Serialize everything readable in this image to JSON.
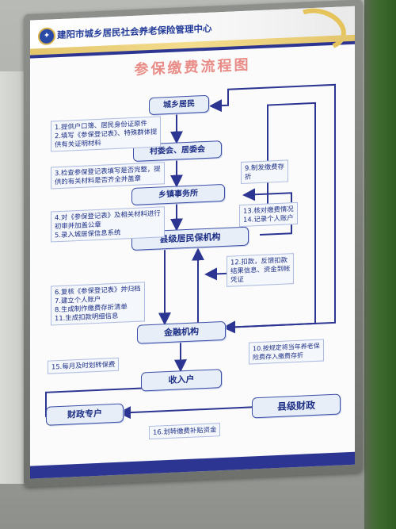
{
  "header": {
    "org_name": "建阳市城乡居民社会养老保险管理中心",
    "logo_icon": "pension-logo-icon"
  },
  "title": "参保缴费流程图",
  "nodes": {
    "residents": "城乡居民",
    "village": "村委会、居委会",
    "township": "乡镇事务所",
    "county_office": "县级居民保机构",
    "bank": "金融机构",
    "income": "收入户",
    "fiscal_special": "财政专户",
    "county_finance": "县级财政"
  },
  "notes": {
    "n1": [
      "1.提供户口簿、居民身份证原件",
      "2.填写《参保登记表》、特殊群体提",
      "供有关证明材料"
    ],
    "n3": [
      "3.检查参保登记表填写是否完整，提",
      "供的有关材料是否齐全并盖章"
    ],
    "n4": [
      "4.对《参保登记表》及相关材料进行",
      "初审并加盖公章",
      "5.录入城居保信息系统"
    ],
    "n6": [
      "6.复核《参保登记表》并归档",
      "7.建立个人账户",
      "8.生成制作缴费存折清单",
      "11.生成扣款明细信息"
    ],
    "n9": [
      "9.制发缴费存",
      "折"
    ],
    "n12": [
      "12.扣款，反馈扣款",
      "结果信息、资金到帐",
      "凭证"
    ],
    "n13": [
      "13.核对缴费情况",
      "14.记录个人账户"
    ],
    "n10": [
      "10.按规定将当年养老保",
      "险费存入缴费存折"
    ],
    "n15": [
      "15.每月及时划转保费"
    ],
    "n16": [
      "16.划转缴费补贴资金"
    ]
  },
  "colors": {
    "accent_blue": "#2c3592",
    "box_fill": "#e8eef8",
    "title_pink": "#e98b86",
    "ribbon_gold": "#e3c56a"
  }
}
